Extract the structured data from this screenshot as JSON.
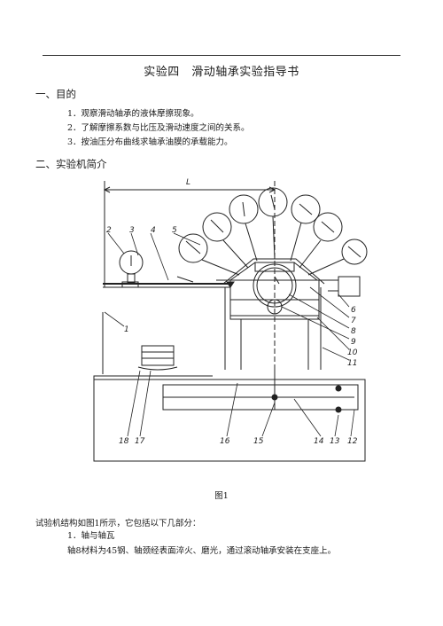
{
  "document": {
    "title": "实验四　滑动轴承实验指导书",
    "section1": {
      "heading": "一、目的",
      "items": [
        "1．观察滑动轴承的液体摩擦现象。",
        "2．了解摩擦系数与比压及滑动速度之间的关系。",
        "3．按油压分布曲线求轴承油膜的承载能力。"
      ]
    },
    "section2": {
      "heading": "二、实验机简介"
    },
    "figure": {
      "dimension_label": "L",
      "part_labels": [
        "1",
        "2",
        "3",
        "4",
        "5",
        "6",
        "7",
        "8",
        "9",
        "10",
        "11",
        "12",
        "13",
        "14",
        "15",
        "16",
        "17",
        "18"
      ],
      "caption": "图1"
    },
    "body_text": "试验机结构如图1所示，它包括以下几部分：",
    "sub_heading": "1．轴与轴瓦",
    "sub_text": "轴8材料为45钢、轴颈经表面淬火、磨光，通过滚动轴承安装在支座上。"
  }
}
